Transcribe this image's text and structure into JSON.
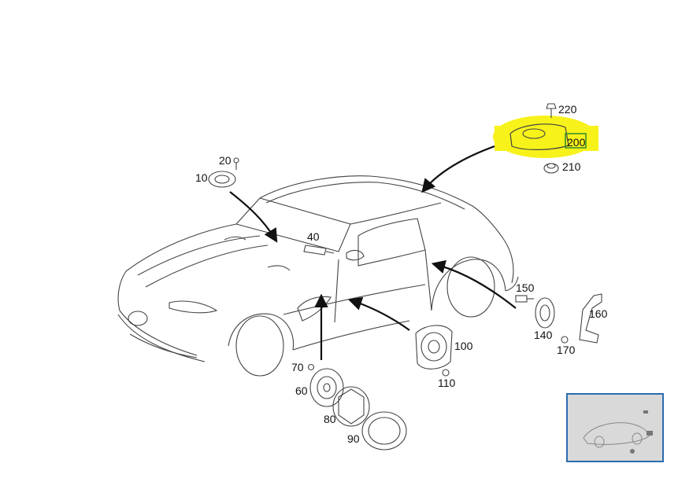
{
  "diagram": {
    "callouts": {
      "c10": "10",
      "c20": "20",
      "c40": "40",
      "c60": "60",
      "c70": "70",
      "c80": "80",
      "c90": "90",
      "c100": "100",
      "c110": "110",
      "c140": "140",
      "c150": "150",
      "c160": "160",
      "c170": "170",
      "c200": "200",
      "c210": "210",
      "c220": "220"
    },
    "highlight_color": "#f7f21a",
    "highlight_box_color": "#2e8b2e"
  }
}
